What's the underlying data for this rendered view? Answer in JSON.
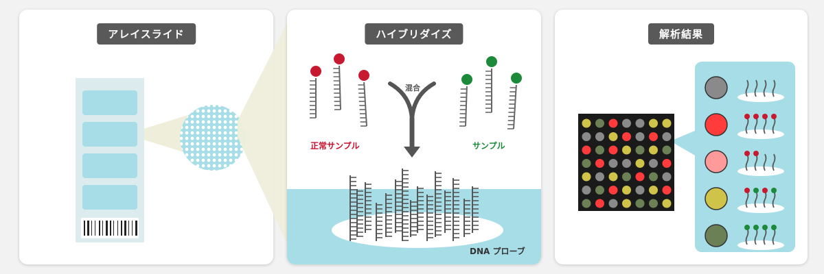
{
  "panels": {
    "slide": {
      "title": "アレイスライド"
    },
    "hybridize": {
      "title": "ハイブリダイズ",
      "mix_label": "混合",
      "normal_sample_label": "正常サンプル",
      "sample_label": "サンプル",
      "probe_label": "DNA プローブ"
    },
    "result": {
      "title": "解析結果"
    }
  },
  "colors": {
    "background": "#f2f2f2",
    "title_badge": "#595959",
    "slide_fill": "#dcecee",
    "spot_blue": "#a6dde6",
    "beige_magnifier": "#efeedb",
    "dna_gray": "#555555",
    "normal_red": "#c7192f",
    "sample_green": "#1c8a3a",
    "normal_label": "#c8102e",
    "sample_label": "#1a8c3a",
    "microarray_bg": "#1a1a1a",
    "result_box": "#a6dde6"
  },
  "microarray": {
    "rows": [
      [
        "y",
        "g",
        "r",
        "d",
        "d",
        "y",
        "y"
      ],
      [
        "d",
        "d",
        "y",
        "r",
        "d",
        "r",
        "d"
      ],
      [
        "r",
        "g",
        "r",
        "y",
        "g",
        "y",
        "g"
      ],
      [
        "g",
        "r",
        "d",
        "d",
        "y",
        "d",
        "r"
      ],
      [
        "y",
        "d",
        "y",
        "g",
        "r",
        "g",
        "d"
      ],
      [
        "d",
        "g",
        "r",
        "y",
        "d",
        "y",
        "r"
      ],
      [
        "g",
        "r",
        "d",
        "y",
        "g",
        "g",
        "y"
      ]
    ],
    "spot_colors": {
      "r": "#ff3b3b",
      "g": "#6b8155",
      "y": "#cfc349",
      "d": "#8a8a8a"
    }
  },
  "legend": [
    {
      "swatch": "#8a8a8a",
      "pattern": [
        "none",
        "none",
        "none",
        "none"
      ]
    },
    {
      "swatch": "#ff3b3b",
      "pattern": [
        "red",
        "red",
        "red",
        "red"
      ]
    },
    {
      "swatch": "#ff9a9a",
      "pattern": [
        "red",
        "red",
        "none",
        "none"
      ]
    },
    {
      "swatch": "#cfc349",
      "pattern": [
        "red",
        "green",
        "red",
        "green"
      ]
    },
    {
      "swatch": "#6b8155",
      "pattern": [
        "green",
        "green",
        "green",
        "green"
      ]
    }
  ]
}
